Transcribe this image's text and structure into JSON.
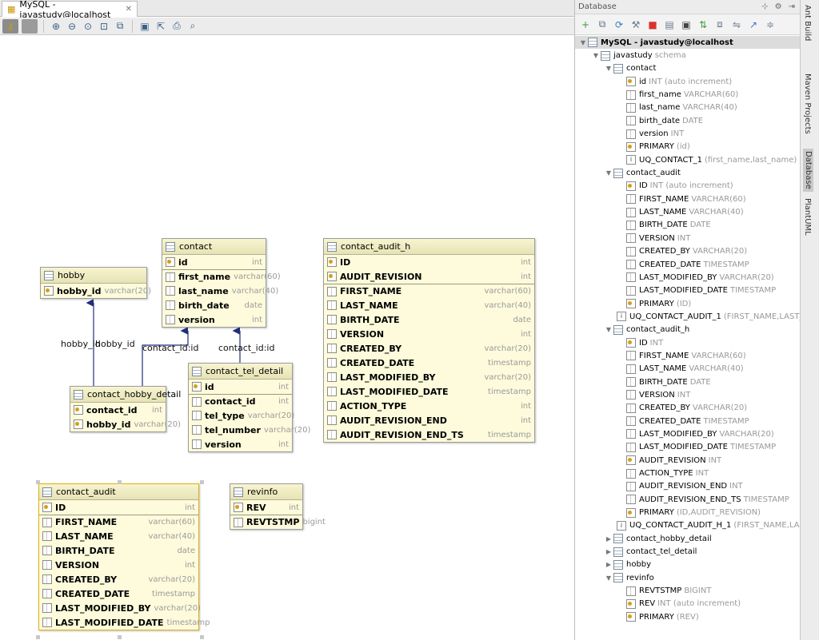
{
  "editor_tab": {
    "title": "MySQL - javastudy@localhost"
  },
  "diagram": {
    "tables": [
      {
        "id": "hobby",
        "name": "hobby",
        "groups": [
          [
            {
              "name": "hobby_id",
              "type": "varchar(20)",
              "icon": "key"
            }
          ]
        ]
      },
      {
        "id": "contact",
        "name": "contact",
        "groups": [
          [
            {
              "name": "id",
              "type": "int",
              "icon": "key"
            }
          ],
          [
            {
              "name": "first_name",
              "type": "varchar(60)",
              "icon": "col"
            },
            {
              "name": "last_name",
              "type": "varchar(40)",
              "icon": "col"
            },
            {
              "name": "birth_date",
              "type": "date",
              "icon": "col"
            },
            {
              "name": "version",
              "type": "int",
              "icon": "col"
            }
          ]
        ]
      },
      {
        "id": "contact_hobby_detail",
        "name": "contact_hobby_detail",
        "groups": [
          [
            {
              "name": "contact_id",
              "type": "int",
              "icon": "key"
            },
            {
              "name": "hobby_id",
              "type": "varchar(20)",
              "icon": "key"
            }
          ]
        ]
      },
      {
        "id": "contact_tel_detail",
        "name": "contact_tel_detail",
        "groups": [
          [
            {
              "name": "id",
              "type": "int",
              "icon": "key"
            }
          ],
          [
            {
              "name": "contact_id",
              "type": "int",
              "icon": "col"
            },
            {
              "name": "tel_type",
              "type": "varchar(20)",
              "icon": "col"
            },
            {
              "name": "tel_number",
              "type": "varchar(20)",
              "icon": "col"
            },
            {
              "name": "version",
              "type": "int",
              "icon": "col"
            }
          ]
        ]
      },
      {
        "id": "contact_audit_h",
        "name": "contact_audit_h",
        "groups": [
          [
            {
              "name": "ID",
              "type": "int",
              "icon": "key"
            },
            {
              "name": "AUDIT_REVISION",
              "type": "int",
              "icon": "key"
            }
          ],
          [
            {
              "name": "FIRST_NAME",
              "type": "varchar(60)",
              "icon": "col"
            },
            {
              "name": "LAST_NAME",
              "type": "varchar(40)",
              "icon": "col"
            },
            {
              "name": "BIRTH_DATE",
              "type": "date",
              "icon": "col"
            },
            {
              "name": "VERSION",
              "type": "int",
              "icon": "col"
            },
            {
              "name": "CREATED_BY",
              "type": "varchar(20)",
              "icon": "col"
            },
            {
              "name": "CREATED_DATE",
              "type": "timestamp",
              "icon": "col"
            },
            {
              "name": "LAST_MODIFIED_BY",
              "type": "varchar(20)",
              "icon": "col"
            },
            {
              "name": "LAST_MODIFIED_DATE",
              "type": "timestamp",
              "icon": "col"
            },
            {
              "name": "ACTION_TYPE",
              "type": "int",
              "icon": "col"
            },
            {
              "name": "AUDIT_REVISION_END",
              "type": "int",
              "icon": "col"
            },
            {
              "name": "AUDIT_REVISION_END_TS",
              "type": "timestamp",
              "icon": "col"
            }
          ]
        ]
      },
      {
        "id": "contact_audit",
        "name": "contact_audit",
        "groups": [
          [
            {
              "name": "ID",
              "type": "int",
              "icon": "key"
            }
          ],
          [
            {
              "name": "FIRST_NAME",
              "type": "varchar(60)",
              "icon": "col"
            },
            {
              "name": "LAST_NAME",
              "type": "varchar(40)",
              "icon": "col"
            },
            {
              "name": "BIRTH_DATE",
              "type": "date",
              "icon": "col"
            },
            {
              "name": "VERSION",
              "type": "int",
              "icon": "col"
            },
            {
              "name": "CREATED_BY",
              "type": "varchar(20)",
              "icon": "col"
            },
            {
              "name": "CREATED_DATE",
              "type": "timestamp",
              "icon": "col"
            },
            {
              "name": "LAST_MODIFIED_BY",
              "type": "varchar(20)",
              "icon": "col"
            },
            {
              "name": "LAST_MODIFIED_DATE",
              "type": "timestamp",
              "icon": "col"
            }
          ]
        ]
      },
      {
        "id": "revinfo",
        "name": "revinfo",
        "groups": [
          [
            {
              "name": "REV",
              "type": "int",
              "icon": "key"
            }
          ],
          [
            {
              "name": "REVTSTMP",
              "type": "bigint",
              "icon": "col"
            }
          ]
        ]
      }
    ],
    "edge_labels": [
      "hobby_id",
      "hobby_id",
      "contact_id:id",
      "contact_id:id"
    ]
  },
  "database_panel": {
    "title": "Database",
    "tree": [
      {
        "level": 0,
        "arrow": "▼",
        "icon": "db",
        "name": "MySQL - javastudy@localhost",
        "type": "",
        "root": true
      },
      {
        "level": 1,
        "arrow": "▼",
        "icon": "schema",
        "name": "javastudy",
        "type": "schema"
      },
      {
        "level": 2,
        "arrow": "▼",
        "icon": "tbl",
        "name": "contact",
        "type": ""
      },
      {
        "level": 3,
        "arrow": "",
        "icon": "key",
        "name": "id",
        "type": "INT (auto increment)"
      },
      {
        "level": 3,
        "arrow": "",
        "icon": "col",
        "name": "first_name",
        "type": "VARCHAR(60)"
      },
      {
        "level": 3,
        "arrow": "",
        "icon": "col",
        "name": "last_name",
        "type": "VARCHAR(40)"
      },
      {
        "level": 3,
        "arrow": "",
        "icon": "col",
        "name": "birth_date",
        "type": "DATE"
      },
      {
        "level": 3,
        "arrow": "",
        "icon": "col",
        "name": "version",
        "type": "INT"
      },
      {
        "level": 3,
        "arrow": "",
        "icon": "key",
        "name": "PRIMARY",
        "type": "(id)"
      },
      {
        "level": 3,
        "arrow": "",
        "icon": "uq",
        "name": "UQ_CONTACT_1",
        "type": "(first_name,last_name)"
      },
      {
        "level": 2,
        "arrow": "▼",
        "icon": "tbl",
        "name": "contact_audit",
        "type": ""
      },
      {
        "level": 3,
        "arrow": "",
        "icon": "key",
        "name": "ID",
        "type": "INT (auto increment)"
      },
      {
        "level": 3,
        "arrow": "",
        "icon": "col",
        "name": "FIRST_NAME",
        "type": "VARCHAR(60)"
      },
      {
        "level": 3,
        "arrow": "",
        "icon": "col",
        "name": "LAST_NAME",
        "type": "VARCHAR(40)"
      },
      {
        "level": 3,
        "arrow": "",
        "icon": "col",
        "name": "BIRTH_DATE",
        "type": "DATE"
      },
      {
        "level": 3,
        "arrow": "",
        "icon": "col",
        "name": "VERSION",
        "type": "INT"
      },
      {
        "level": 3,
        "arrow": "",
        "icon": "col",
        "name": "CREATED_BY",
        "type": "VARCHAR(20)"
      },
      {
        "level": 3,
        "arrow": "",
        "icon": "col",
        "name": "CREATED_DATE",
        "type": "TIMESTAMP"
      },
      {
        "level": 3,
        "arrow": "",
        "icon": "col",
        "name": "LAST_MODIFIED_BY",
        "type": "VARCHAR(20)"
      },
      {
        "level": 3,
        "arrow": "",
        "icon": "col",
        "name": "LAST_MODIFIED_DATE",
        "type": "TIMESTAMP"
      },
      {
        "level": 3,
        "arrow": "",
        "icon": "key",
        "name": "PRIMARY",
        "type": "(ID)"
      },
      {
        "level": 3,
        "arrow": "",
        "icon": "uq",
        "name": "UQ_CONTACT_AUDIT_1",
        "type": "(FIRST_NAME,LAST_NAME)"
      },
      {
        "level": 2,
        "arrow": "▼",
        "icon": "tbl",
        "name": "contact_audit_h",
        "type": ""
      },
      {
        "level": 3,
        "arrow": "",
        "icon": "key",
        "name": "ID",
        "type": "INT"
      },
      {
        "level": 3,
        "arrow": "",
        "icon": "col",
        "name": "FIRST_NAME",
        "type": "VARCHAR(60)"
      },
      {
        "level": 3,
        "arrow": "",
        "icon": "col",
        "name": "LAST_NAME",
        "type": "VARCHAR(40)"
      },
      {
        "level": 3,
        "arrow": "",
        "icon": "col",
        "name": "BIRTH_DATE",
        "type": "DATE"
      },
      {
        "level": 3,
        "arrow": "",
        "icon": "col",
        "name": "VERSION",
        "type": "INT"
      },
      {
        "level": 3,
        "arrow": "",
        "icon": "col",
        "name": "CREATED_BY",
        "type": "VARCHAR(20)"
      },
      {
        "level": 3,
        "arrow": "",
        "icon": "col",
        "name": "CREATED_DATE",
        "type": "TIMESTAMP"
      },
      {
        "level": 3,
        "arrow": "",
        "icon": "col",
        "name": "LAST_MODIFIED_BY",
        "type": "VARCHAR(20)"
      },
      {
        "level": 3,
        "arrow": "",
        "icon": "col",
        "name": "LAST_MODIFIED_DATE",
        "type": "TIMESTAMP"
      },
      {
        "level": 3,
        "arrow": "",
        "icon": "key",
        "name": "AUDIT_REVISION",
        "type": "INT"
      },
      {
        "level": 3,
        "arrow": "",
        "icon": "col",
        "name": "ACTION_TYPE",
        "type": "INT"
      },
      {
        "level": 3,
        "arrow": "",
        "icon": "col",
        "name": "AUDIT_REVISION_END",
        "type": "INT"
      },
      {
        "level": 3,
        "arrow": "",
        "icon": "col",
        "name": "AUDIT_REVISION_END_TS",
        "type": "TIMESTAMP"
      },
      {
        "level": 3,
        "arrow": "",
        "icon": "key",
        "name": "PRIMARY",
        "type": "(ID,AUDIT_REVISION)"
      },
      {
        "level": 3,
        "arrow": "",
        "icon": "uq",
        "name": "UQ_CONTACT_AUDIT_H_1",
        "type": "(FIRST_NAME,LAST_NAME)"
      },
      {
        "level": 2,
        "arrow": "▶",
        "icon": "tbl",
        "name": "contact_hobby_detail",
        "type": ""
      },
      {
        "level": 2,
        "arrow": "▶",
        "icon": "tbl",
        "name": "contact_tel_detail",
        "type": ""
      },
      {
        "level": 2,
        "arrow": "▶",
        "icon": "tbl",
        "name": "hobby",
        "type": ""
      },
      {
        "level": 2,
        "arrow": "▼",
        "icon": "tbl",
        "name": "revinfo",
        "type": ""
      },
      {
        "level": 3,
        "arrow": "",
        "icon": "col",
        "name": "REVTSTMP",
        "type": "BIGINT"
      },
      {
        "level": 3,
        "arrow": "",
        "icon": "key",
        "name": "REV",
        "type": "INT (auto increment)"
      },
      {
        "level": 3,
        "arrow": "",
        "icon": "key",
        "name": "PRIMARY",
        "type": "(REV)"
      }
    ]
  },
  "side_tabs": [
    "Ant Build",
    "Maven Projects",
    "Database",
    "PlantUML"
  ],
  "colors": {
    "table_bg": "#fdfbdb",
    "edge": "#1f2f7a",
    "selected_border": "#e3b10e"
  }
}
